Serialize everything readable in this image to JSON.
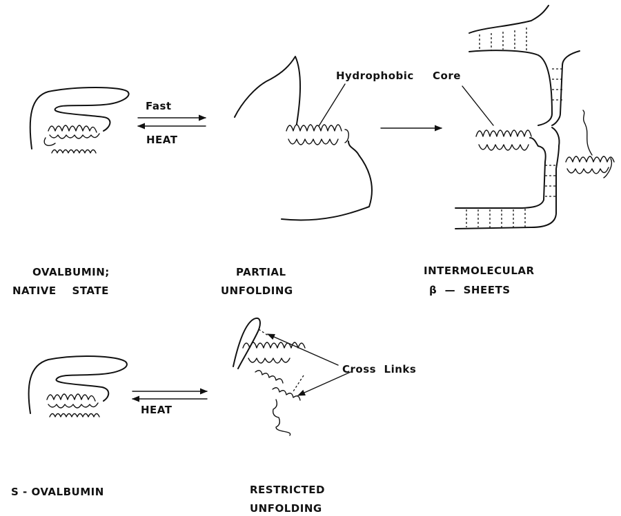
{
  "labels": {
    "fast": "Fast",
    "heat_top": "HEAT",
    "hydrophobic": "Hydrophobic",
    "core": "Core",
    "native_line1": "OVALBUMIN;",
    "native_line2": "NATIVE    STATE",
    "partial_line1": "PARTIAL",
    "partial_line2": "UNFOLDING",
    "inter_line1": "INTERMOLECULAR",
    "inter_line2": "β  —  SHEETS",
    "cross_links": "Cross  Links",
    "heat_bottom": "HEAT",
    "s_ovalbumin": "S - OVALBUMIN",
    "restricted_line1": "RESTRICTED",
    "restricted_line2": "UNFOLDING"
  }
}
